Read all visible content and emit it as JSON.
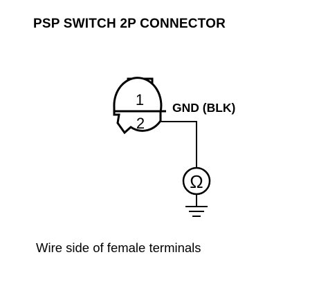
{
  "title": "PSP SWITCH 2P CONNECTOR",
  "connector": {
    "terminals": [
      {
        "number": "1"
      },
      {
        "number": "2"
      }
    ],
    "wire_label": "GND (BLK)"
  },
  "meter": {
    "symbol": "Ω"
  },
  "caption": "Wire side of female terminals"
}
